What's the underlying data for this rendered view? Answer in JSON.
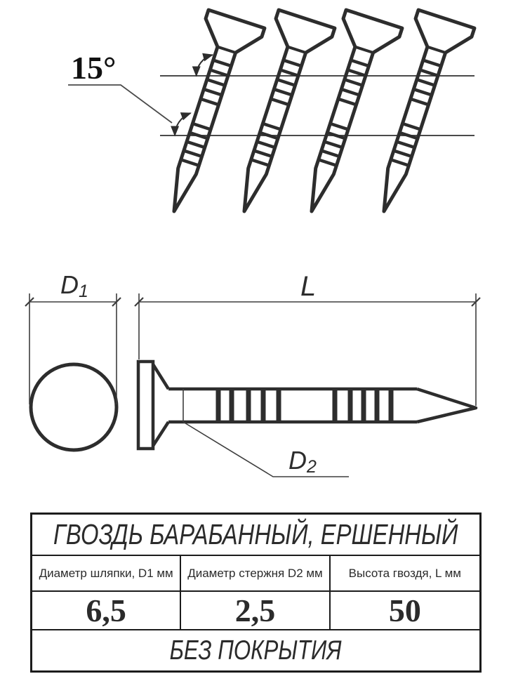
{
  "drawing": {
    "angle_label": "15°",
    "head_diameter_label": {
      "base": "D",
      "sub": "1"
    },
    "length_label": "L",
    "shank_diameter_label": {
      "base": "D",
      "sub": "2"
    }
  },
  "table": {
    "title": "ГВОЗДЬ БАРАБАННЫЙ, ЕРШЕННЫЙ",
    "columns": [
      {
        "header": "Диаметр шляпки, D1 мм",
        "value": "6,5"
      },
      {
        "header": "Диаметр стержня D2 мм",
        "value": "2,5"
      },
      {
        "header": "Высота гвоздя, L мм",
        "value": "50"
      }
    ],
    "footer": "БЕЗ ПОКРЫТИЯ"
  },
  "colors": {
    "line": "#2d2d2d",
    "guide_line": "#4a4a4a",
    "table_border": "#1c1c1c",
    "background": "#ffffff"
  }
}
